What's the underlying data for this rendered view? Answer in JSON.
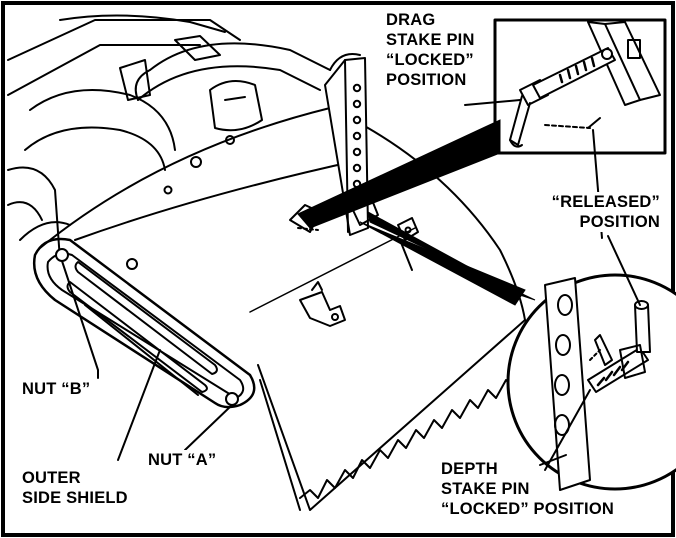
{
  "labels": {
    "drag_stake_pin_locked": [
      "DRAG",
      "STAKE PIN",
      "“LOCKED”",
      "POSITION"
    ],
    "released": [
      "“RELEASED”",
      "POSITION"
    ],
    "nut_b": "NUT “B”",
    "nut_a": "NUT “A”",
    "outer_side_shield": [
      "OUTER",
      "SIDE SHIELD"
    ],
    "depth_stake_pin_locked": [
      "DEPTH",
      "STAKE PIN",
      "“LOCKED” POSITION"
    ]
  },
  "colors": {
    "ink": "#000000",
    "paper": "#ffffff"
  }
}
